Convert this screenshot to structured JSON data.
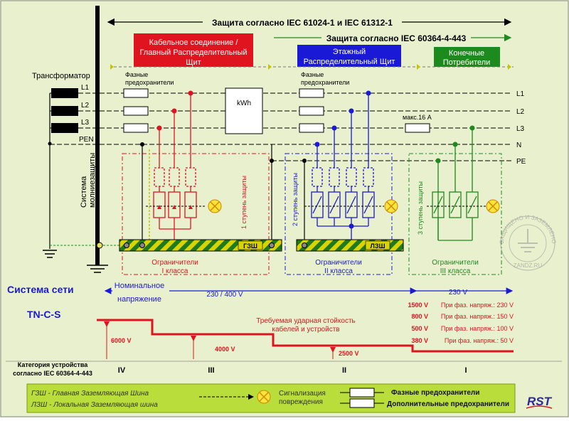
{
  "header": {
    "protection_iec61024": "Защита согласно  IEC 61024-1 и  IEC 61312-1",
    "protection_iec60364": "Защита согласно IEC 60364-4-443"
  },
  "zones": {
    "main_panel": [
      "Кабельное соединение /",
      "Главный Распределительный",
      "Щит"
    ],
    "floor_panel": [
      "Этажный",
      "Распределительный Щит"
    ],
    "end_consumers": [
      "Конечные",
      "Потребители"
    ]
  },
  "transformer_label": "Трансформатор",
  "lightning_system_label": [
    "Система",
    "молниезащиты"
  ],
  "fuses_label": [
    "Фазные",
    "предохранители"
  ],
  "meter_label": "kWh",
  "max_fuse_label": "макс.16 A",
  "conductors_left": [
    "L1",
    "L2",
    "L3",
    "PEN"
  ],
  "conductors_right": [
    "L1",
    "L2",
    "L3",
    "N",
    "PE"
  ],
  "busbars": {
    "main": "ГЗШ",
    "local": "ЛЗШ"
  },
  "protection_stages": {
    "stage1": "1 ступень защиты",
    "stage2": "2 ступень защиты",
    "stage3": "3 ступень защиты"
  },
  "limiters": {
    "class1": [
      "Ограничители",
      "I класса"
    ],
    "class2": [
      "Ограничители",
      "II класса"
    ],
    "class3": [
      "Ограничители",
      "III класса"
    ]
  },
  "network": {
    "system_label": "Система сети",
    "type": "TN-C-S",
    "nominal_label": [
      "Номинальное",
      "напряжение"
    ],
    "voltage_main": "230 / 400 V",
    "voltage_end": "230 V"
  },
  "impulse": {
    "title": [
      "Требуемая ударная стойкость",
      "кабелей и устройств"
    ],
    "levels": [
      "6000 V",
      "4000 V",
      "2500 V"
    ]
  },
  "phase_table": [
    {
      "value": "1500 V",
      "label": "При фаз. напряж.: 230 V"
    },
    {
      "value": "800 V",
      "label": "При фаз. напряж.: 150 V"
    },
    {
      "value": "500 V",
      "label": "При фаз. напряж.: 100 V"
    },
    {
      "value": "380 V",
      "label": "При фаз. напряж.: 50 V"
    }
  ],
  "category": {
    "label": [
      "Категория устройства",
      "согласно IEC 60364-4-443"
    ],
    "values": [
      "IV",
      "III",
      "II",
      "I"
    ]
  },
  "legend": {
    "gzsh": "ГЗШ - Главная Заземляющая Шина",
    "lzsh": "ЛЗШ - Локальная Заземляющая шина",
    "signal": [
      "Сигнализация",
      "повреждения"
    ],
    "phase_fuses": "Фазные предохранители",
    "extra_fuses": "Дополнительные предохранители"
  },
  "watermark": {
    "ring": "ЗАЩИЩЕНО И ЗАЗЕМЛЕНО",
    "site": "ZANDZ.RU"
  },
  "logo": "RST",
  "colors": {
    "background": "#e9f0ce",
    "red": "#e0141e",
    "blue": "#1a1ad6",
    "green": "#1d8a1d",
    "busbar_yellow": "#c9c400",
    "lamp": "#ffe23a"
  }
}
